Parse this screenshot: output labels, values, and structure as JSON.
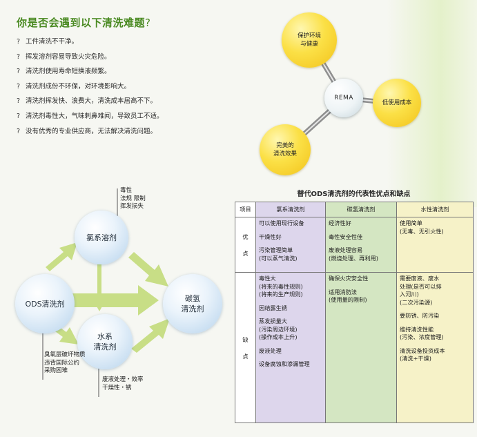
{
  "heading": {
    "title": "你是否会遇到以下清洗难题",
    "mark": "?"
  },
  "questions": [
    "工件清洗不干净。",
    "挥发溶剂容易导致火灾危险。",
    "清洗剂使用寿命短换液频繁。",
    "清洗剂成份不环保，对环境影响大。",
    "清洗剂挥发快、浪费大，清洗成本居高不下。",
    "清洗剂毒性大，气味刺鼻难闻，导致员工不适。",
    "没有优秀的专业供应商，无法解决清洗问题。"
  ],
  "question_mark": "?",
  "rema": {
    "center": "REMA",
    "top": [
      "保护环境",
      "与健康"
    ],
    "right": "低使用成本",
    "bottom": [
      "完美的",
      "清洗效果"
    ]
  },
  "flow": {
    "ods": "ODS清洗剂",
    "chlorine": [
      "氯系溶剂"
    ],
    "water": [
      "水系",
      "清洗剂"
    ],
    "hydrocarbon": [
      "碳氢",
      "清洗剂"
    ],
    "notes": {
      "chlorine": [
        "毒性",
        "法规 限制",
        "挥发损失"
      ],
      "ods": [
        "臭氧层破坏物质",
        "违背国际公约",
        "采购困难"
      ],
      "water": [
        "废液处理・效率",
        "干燥性・锈"
      ]
    }
  },
  "colors": {
    "title_green": "#4a8a22",
    "arrow_green": "#c8de86",
    "bubble_blue": "#b6d3ec",
    "rema_yellow": "#fbe046",
    "col_chlorine": "#ddd6ec",
    "col_hydrocarbon": "#d4e6c2",
    "col_water": "#f6f2c8"
  },
  "table": {
    "title": "替代ODS清洗剂的代表性优点和缺点",
    "headers": [
      "项目",
      "氯系清洗剂",
      "碳氢清洗剂",
      "水性清洗剂"
    ],
    "advantages_label": [
      "优",
      "点"
    ],
    "disadvantages_label": [
      "缺",
      "点"
    ],
    "advantages": {
      "chlorine": [
        [
          "可以使用现行设备"
        ],
        [
          "干燥性好"
        ],
        [
          "污染管理简单",
          "(可以蒸气清洗)"
        ]
      ],
      "hydrocarbon": [
        [
          "经济性好"
        ],
        [
          "毒性安全性佳"
        ],
        [
          "废液处理容易",
          "(燃烧处理、再利用)"
        ]
      ],
      "water": [
        [
          "使用简单",
          "(无毒、无引火性)"
        ]
      ]
    },
    "disadvantages": {
      "chlorine": [
        [
          "毒性大",
          "(将来的毒性规则)",
          "(将来的生产规则)"
        ],
        [
          "因结露生锈"
        ],
        [
          "蒸发损量大",
          "(污染周边环境)",
          "(操作成本上升)"
        ],
        [
          "废液处理"
        ],
        [
          "设备腐蚀和渗漏管理"
        ]
      ],
      "hydrocarbon": [
        [
          "确保火灾安全性"
        ],
        [
          "适用消防法",
          "(使用量的限制)"
        ]
      ],
      "water": [
        [
          "需要废液、废水",
          "处理(是否可以排",
          "入河川)",
          "(二次污染源)"
        ],
        [
          "要防锈、防污染"
        ],
        [
          "维持清洗性能",
          "(污染、浓度管理)"
        ],
        [
          "清洗设备投资成本",
          "(清洗+干燥)"
        ]
      ]
    }
  }
}
